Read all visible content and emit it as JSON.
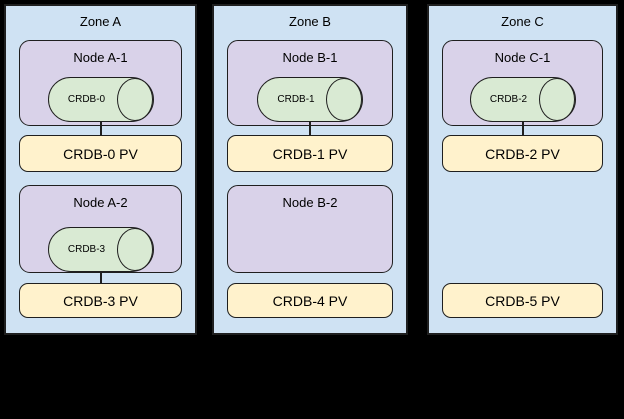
{
  "colors": {
    "canvas_bg": "#000000",
    "zone_fill": "#cfe2f3",
    "node_fill": "#d9d2e9",
    "cylinder_fill": "#d9ead3",
    "pv_fill": "#fff2cc",
    "outline": "#1f1f1f"
  },
  "zones": [
    {
      "label": "Zone A",
      "nodes": [
        {
          "label": "Node A-1",
          "cylinder": "CRDB-0",
          "pv": "CRDB-0 PV",
          "connected_to_pv": true
        },
        {
          "label": "Node A-2",
          "cylinder": "CRDB-3",
          "pv": "CRDB-3 PV",
          "connected_to_pv": true
        }
      ]
    },
    {
      "label": "Zone B",
      "nodes": [
        {
          "label": "Node B-1",
          "cylinder": "CRDB-1",
          "pv": "CRDB-1 PV",
          "connected_to_pv": true
        },
        {
          "label": "Node B-2",
          "cylinder": null,
          "pv": "CRDB-4 PV",
          "connected_to_pv": false
        }
      ]
    },
    {
      "label": "Zone C",
      "nodes": [
        {
          "label": "Node C-1",
          "cylinder": "CRDB-2",
          "pv": "CRDB-2 PV",
          "connected_to_pv": true
        },
        {
          "label": null,
          "cylinder": null,
          "pv": "CRDB-5 PV",
          "connected_to_pv": false
        }
      ]
    }
  ]
}
